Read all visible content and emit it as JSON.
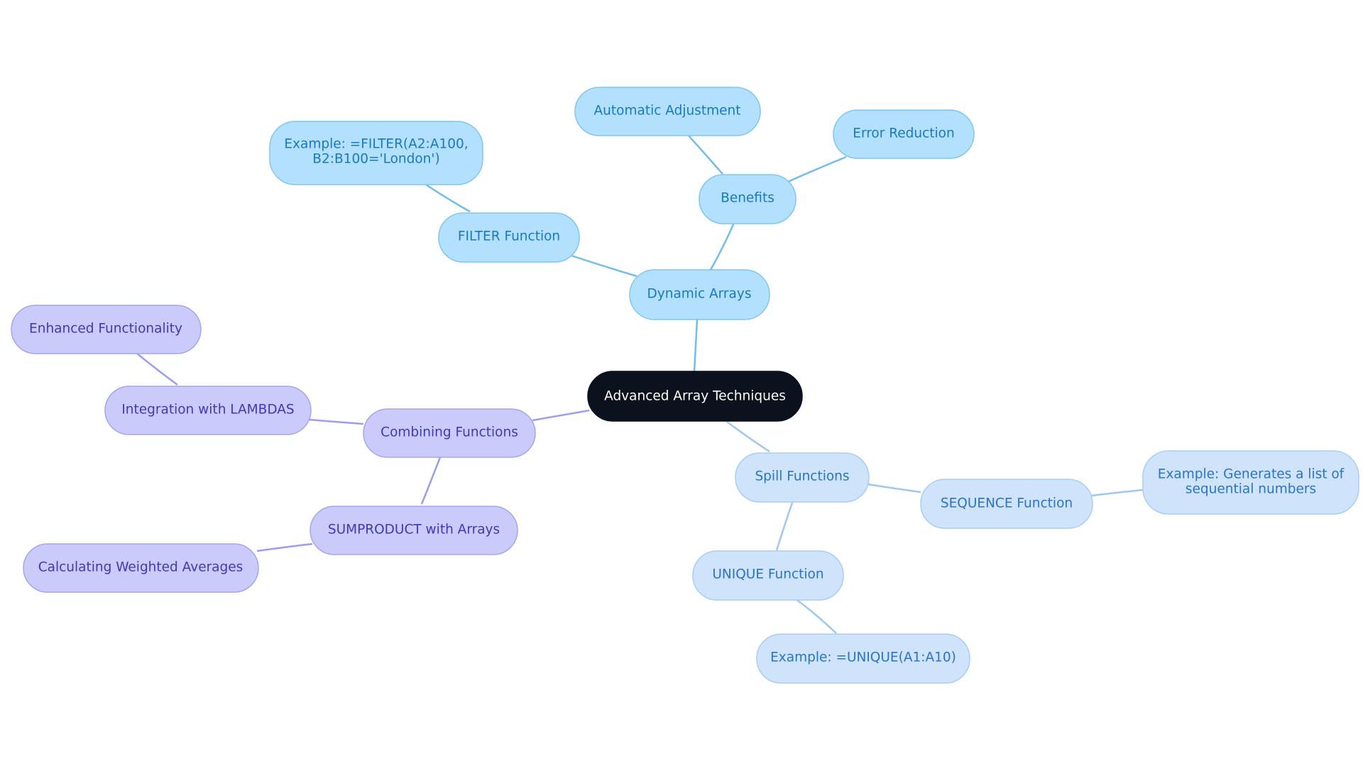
{
  "colors": {
    "root_fill": "#0b111d",
    "root_text": "#ffffff",
    "dyn_fill": "#b3e1fd",
    "dyn_stroke": "#7fc6f1",
    "dyn_text": "#1a78c2",
    "dyn_edge": "#72bdea",
    "comb_fill": "#cbcbfb",
    "comb_stroke": "#a5a5ee",
    "comb_text": "#3d3ab8",
    "comb_edge": "#9d9def",
    "spill_fill": "#cfe3fb",
    "spill_stroke": "#a9cdf4",
    "spill_text": "#2a74c8",
    "spill_edge": "#9fc8ee"
  },
  "root": {
    "label": "Advanced Array Techniques"
  },
  "dynamic_arrays": {
    "label": "Dynamic Arrays",
    "filter_function": "FILTER Function",
    "filter_example_line1": "Example: =FILTER(A2:A100,",
    "filter_example_line2": "B2:B100='London')",
    "benefits": "Benefits",
    "automatic_adjustment": "Automatic Adjustment",
    "error_reduction": "Error Reduction"
  },
  "combining_functions": {
    "label": "Combining Functions",
    "integration_lambdas": "Integration with LAMBDAS",
    "enhanced_functionality": "Enhanced Functionality",
    "sumproduct": "SUMPRODUCT with Arrays",
    "weighted_averages": "Calculating Weighted Averages"
  },
  "spill_functions": {
    "label": "Spill Functions",
    "sequence_function": "SEQUENCE Function",
    "sequence_example_line1": "Example: Generates a list of",
    "sequence_example_line2": "sequential numbers",
    "unique_function": "UNIQUE Function",
    "unique_example": "Example: =UNIQUE(A1:A10)"
  }
}
